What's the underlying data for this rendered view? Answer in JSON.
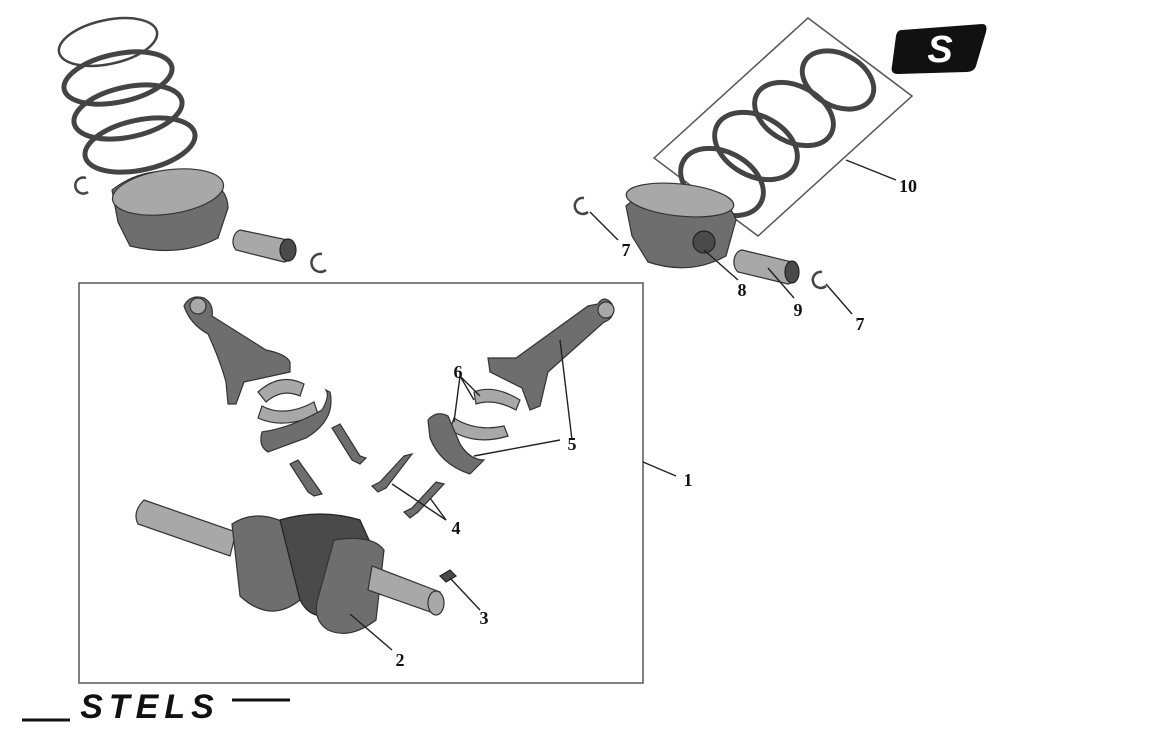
{
  "diagram": {
    "callouts": [
      {
        "id": "c1",
        "label": "1"
      },
      {
        "id": "c2",
        "label": "2"
      },
      {
        "id": "c3",
        "label": "3"
      },
      {
        "id": "c4",
        "label": "4"
      },
      {
        "id": "c5",
        "label": "5"
      },
      {
        "id": "c6",
        "label": "6"
      },
      {
        "id": "c7a",
        "label": "7"
      },
      {
        "id": "c7b",
        "label": "7"
      },
      {
        "id": "c8",
        "label": "8"
      },
      {
        "id": "c9",
        "label": "9"
      },
      {
        "id": "c10",
        "label": "10"
      }
    ],
    "brand": {
      "logo_letter": "S",
      "wordmark": "STELS"
    },
    "colors": {
      "metal": "#6e6e6e",
      "metal_dark": "#4a4a4a",
      "outline": "#222222"
    }
  }
}
